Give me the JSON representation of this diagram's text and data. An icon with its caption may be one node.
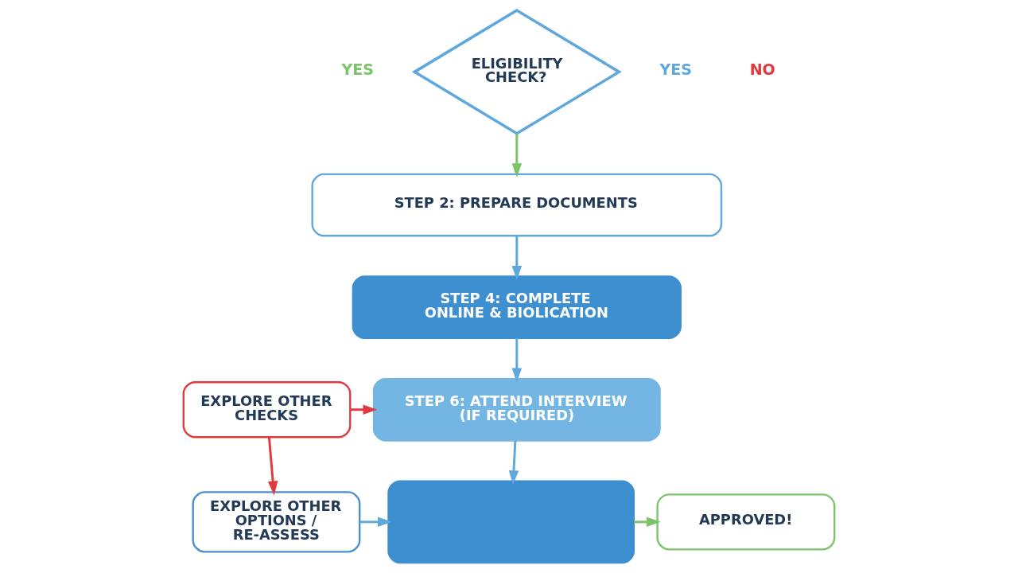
{
  "diagram": {
    "nodes": [
      {
        "text": [
          "ELIGIBILITY CHECK?"
        ]
      },
      {
        "text": [
          "STEP 2: PREPARE DOCUMENTS"
        ]
      },
      {
        "text": [
          "STEP 4: COMPLETE ONLINE & BIOLICATION"
        ]
      },
      {
        "text": [
          "EXPLORE OTHER CHECKS"
        ]
      },
      {
        "text": [
          "STEP 6: ATTEND INTERVIEW (IF REQUIRED)"
        ]
      },
      {
        "text": [
          "EXPLORE OTHER OPTIONS / RE-ASSESS"
        ]
      },
      {
        "text": [],
        "shape": "box"
      },
      {
        "text": [
          "APPROVED!"
        ]
      }
    ],
    "edges": [
      {
        "from": 0,
        "to": 1,
        "arrow": "to",
        "color": "#7cc36a"
      },
      {
        "from": 1,
        "to": 2,
        "arrow": "to"
      },
      {
        "from": 2,
        "to": 4,
        "arrow": "to"
      },
      {
        "from": 3,
        "to": 4,
        "arrow": "to",
        "color": "#e0393e"
      },
      {
        "from": 3,
        "to": 5,
        "arrow": "to",
        "color": "#e0393e"
      },
      {
        "from": 4,
        "to": 6,
        "arrow": "to"
      },
      {
        "from": 5,
        "to": 6,
        "arrow": "to"
      },
      {
        "from": 6,
        "to": 7,
        "arrow": "to",
        "color": "#7cc36a"
      }
    ],
    "labels": [
      "YES",
      "YES",
      "NO"
    ]
  }
}
